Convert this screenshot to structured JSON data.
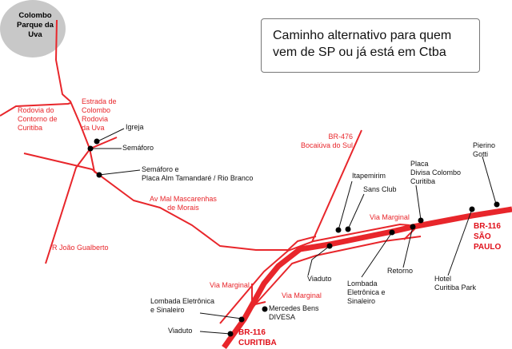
{
  "city": "Colombo Parque da Uva",
  "info_box": {
    "line1": "Caminho alternativo para quem",
    "line2": "vem de SP ou já está em Ctba"
  },
  "roads": {
    "estrada_colombo": [
      "Estrada de",
      "Colombo",
      "Rodovia",
      "da Uva"
    ],
    "contorno": [
      "Rodovia do",
      "Contorno de",
      "Curitiba"
    ],
    "av_mal": [
      "Av Mal Mascarenhas",
      "de Morais"
    ],
    "joao_gualberto": "R João Gualberto",
    "br476": [
      "BR-476",
      "Bocaiúva do Sul"
    ],
    "via_marginal": "Via Marginal",
    "br116_sp": [
      "BR-116",
      "SÃO",
      "PAULO"
    ],
    "br116_ctba": [
      "BR-116",
      "CURITIBA"
    ]
  },
  "points": {
    "igreja": "Igreja",
    "semaforo": "Semáforo",
    "semaforo_placa": [
      "Semáforo e",
      "Placa Alm Tamandaré / Rio Branco"
    ],
    "itapemirim": "Itapemirim",
    "sans_club": "Sans Club",
    "placa_divisa": [
      "Placa",
      "Divisa Colombo",
      "Curitiba"
    ],
    "pierino": [
      "Pierino",
      "Gotti"
    ],
    "viaduto": "Viaduto",
    "lombada1": [
      "Lombada",
      "Eletrônica e",
      "Sinaleiro"
    ],
    "retorno": "Retorno",
    "hotel": [
      "Hotel",
      "Curitiba Park"
    ],
    "lombada2": [
      "Lombada Eletrônica",
      "e Sinaleiro"
    ],
    "mercedes": [
      "Mercedes Bens",
      "DIVESA"
    ],
    "viaduto2": "Viaduto"
  },
  "colors": {
    "road": "#e8262b",
    "city": "#c8c8c8"
  }
}
